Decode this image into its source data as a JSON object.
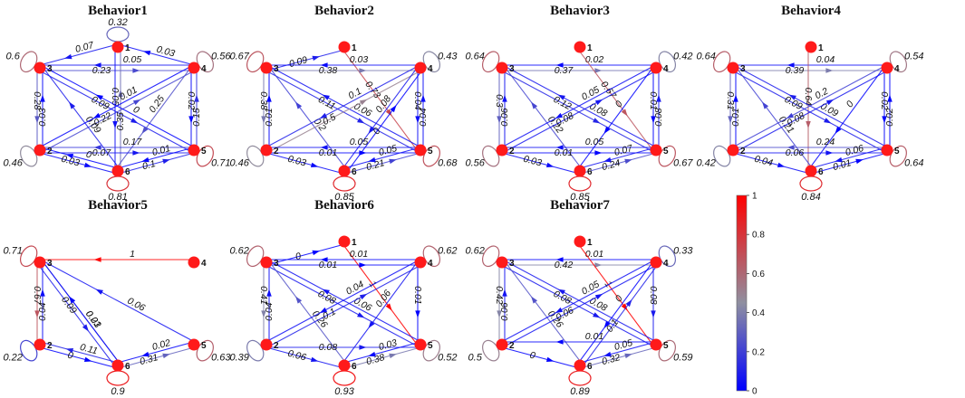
{
  "colors": {
    "low": "#0000ff",
    "mid": "#8f8fa0",
    "high": "#ff0000",
    "node": "#ff1a1a"
  },
  "colorbar": {
    "min": 0,
    "max": 1,
    "ticks": [
      "0",
      "0.2",
      "0.4",
      "0.6",
      "0.8",
      "1"
    ]
  },
  "panels": [
    {
      "title": "Behavior1",
      "nodes": [
        "1",
        "2",
        "3",
        "4",
        "5",
        "6"
      ],
      "self_loops": [
        {
          "node": "1",
          "value": "0.32"
        },
        {
          "node": "3",
          "value": "0.6"
        },
        {
          "node": "4",
          "value": "0.56"
        },
        {
          "node": "2",
          "value": "0.46"
        },
        {
          "node": "5",
          "value": "0.71"
        },
        {
          "node": "6",
          "value": "0.81"
        }
      ],
      "edges": [
        {
          "from": "1",
          "to": "3",
          "value": "0.07"
        },
        {
          "from": "4",
          "to": "1",
          "value": "0.03"
        },
        {
          "from": "3",
          "to": "4",
          "value": "0.23"
        },
        {
          "from": "4",
          "to": "3",
          "value": "0.05"
        },
        {
          "from": "3",
          "to": "2",
          "value": "0.28"
        },
        {
          "from": "2",
          "to": "3",
          "value": "0.03"
        },
        {
          "from": "3",
          "to": "5",
          "value": "0.09"
        },
        {
          "from": "2",
          "to": "4",
          "value": "0.22"
        },
        {
          "from": "6",
          "to": "3",
          "value": "0.09"
        },
        {
          "from": "1",
          "to": "6",
          "value": "0.05"
        },
        {
          "from": "6",
          "to": "1",
          "value": "0.35"
        },
        {
          "from": "4",
          "to": "6",
          "value": "0.25"
        },
        {
          "from": "4",
          "to": "2",
          "value": "0.01"
        },
        {
          "from": "5",
          "to": "3",
          "value": "0"
        },
        {
          "from": "4",
          "to": "5",
          "value": "0.02"
        },
        {
          "from": "5",
          "to": "4",
          "value": "0.15"
        },
        {
          "from": "2",
          "to": "5",
          "value": "0.07"
        },
        {
          "from": "5",
          "to": "2",
          "value": "0.17"
        },
        {
          "from": "2",
          "to": "6",
          "value": "0.03"
        },
        {
          "from": "6",
          "to": "2",
          "value": "0"
        },
        {
          "from": "6",
          "to": "5",
          "value": "0.1"
        },
        {
          "from": "5",
          "to": "6",
          "value": "0.01"
        }
      ]
    },
    {
      "title": "Behavior2",
      "nodes": [
        "1",
        "2",
        "3",
        "4",
        "5",
        "6"
      ],
      "self_loops": [
        {
          "node": "3",
          "value": "0.67"
        },
        {
          "node": "4",
          "value": "0.43"
        },
        {
          "node": "2",
          "value": "0.46"
        },
        {
          "node": "5",
          "value": "0.68"
        },
        {
          "node": "6",
          "value": "0.85"
        }
      ],
      "edges": [
        {
          "from": "3",
          "to": "1",
          "value": "0.09"
        },
        {
          "from": "1",
          "to": "5",
          "value": "0.73"
        },
        {
          "from": "3",
          "to": "4",
          "value": "0.38"
        },
        {
          "from": "4",
          "to": "3",
          "value": "0.03"
        },
        {
          "from": "3",
          "to": "2",
          "value": "0.38"
        },
        {
          "from": "2",
          "to": "3",
          "value": "0.01"
        },
        {
          "from": "3",
          "to": "5",
          "value": "0.11"
        },
        {
          "from": "5",
          "to": "3",
          "value": "0.06"
        },
        {
          "from": "6",
          "to": "3",
          "value": "0.2"
        },
        {
          "from": "2",
          "to": "4",
          "value": "0.5"
        },
        {
          "from": "4",
          "to": "2",
          "value": "0.1"
        },
        {
          "from": "4",
          "to": "6",
          "value": "0.08"
        },
        {
          "from": "6",
          "to": "4",
          "value": "0"
        },
        {
          "from": "4",
          "to": "5",
          "value": "0.04"
        },
        {
          "from": "5",
          "to": "4",
          "value": "0.04"
        },
        {
          "from": "2",
          "to": "5",
          "value": "0.01"
        },
        {
          "from": "5",
          "to": "2",
          "value": "0.05"
        },
        {
          "from": "2",
          "to": "6",
          "value": "0.03"
        },
        {
          "from": "6",
          "to": "5",
          "value": "0.21"
        },
        {
          "from": "5",
          "to": "6",
          "value": "0.05"
        }
      ]
    },
    {
      "title": "Behavior3",
      "nodes": [
        "1",
        "2",
        "3",
        "4",
        "5",
        "6"
      ],
      "self_loops": [
        {
          "node": "3",
          "value": "0.64"
        },
        {
          "node": "4",
          "value": "0.42"
        },
        {
          "node": "2",
          "value": "0.56"
        },
        {
          "node": "5",
          "value": "0.67"
        },
        {
          "node": "6",
          "value": "0.85"
        }
      ],
      "edges": [
        {
          "from": "3",
          "to": "4",
          "value": "0.37"
        },
        {
          "from": "4",
          "to": "3",
          "value": "0.02"
        },
        {
          "from": "1",
          "to": "5",
          "value": "0.67"
        },
        {
          "from": "3",
          "to": "2",
          "value": "0.3"
        },
        {
          "from": "2",
          "to": "3",
          "value": "0.06"
        },
        {
          "from": "3",
          "to": "5",
          "value": "0.12"
        },
        {
          "from": "5",
          "to": "3",
          "value": "0.08"
        },
        {
          "from": "6",
          "to": "3",
          "value": "0.22"
        },
        {
          "from": "2",
          "to": "4",
          "value": "0.08"
        },
        {
          "from": "4",
          "to": "2",
          "value": "0.05"
        },
        {
          "from": "4",
          "to": "6",
          "value": "0"
        },
        {
          "from": "4",
          "to": "5",
          "value": "0.01"
        },
        {
          "from": "5",
          "to": "4",
          "value": "0.08"
        },
        {
          "from": "2",
          "to": "5",
          "value": "0.01"
        },
        {
          "from": "5",
          "to": "2",
          "value": "0.05"
        },
        {
          "from": "2",
          "to": "6",
          "value": "0.03"
        },
        {
          "from": "6",
          "to": "5",
          "value": "0.24"
        },
        {
          "from": "5",
          "to": "6",
          "value": "0.07"
        }
      ]
    },
    {
      "title": "Behavior4",
      "nodes": [
        "1",
        "2",
        "3",
        "4",
        "5",
        "6"
      ],
      "self_loops": [
        {
          "node": "3",
          "value": "0.64"
        },
        {
          "node": "4",
          "value": "0.54"
        },
        {
          "node": "2",
          "value": "0.42"
        },
        {
          "node": "5",
          "value": "0.64"
        },
        {
          "node": "6",
          "value": "0.84"
        }
      ],
      "edges": [
        {
          "from": "3",
          "to": "4",
          "value": "0.39"
        },
        {
          "from": "4",
          "to": "3",
          "value": "0.04"
        },
        {
          "from": "1",
          "to": "6",
          "value": "0.64"
        },
        {
          "from": "3",
          "to": "2",
          "value": "0.31"
        },
        {
          "from": "2",
          "to": "3",
          "value": "0.01"
        },
        {
          "from": "3",
          "to": "5",
          "value": "0.09"
        },
        {
          "from": "5",
          "to": "3",
          "value": "0.09"
        },
        {
          "from": "6",
          "to": "3",
          "value": "0.21"
        },
        {
          "from": "2",
          "to": "4",
          "value": "0.08"
        },
        {
          "from": "4",
          "to": "2",
          "value": "0.2"
        },
        {
          "from": "4",
          "to": "6",
          "value": "0"
        },
        {
          "from": "4",
          "to": "5",
          "value": "0.02"
        },
        {
          "from": "5",
          "to": "4",
          "value": "0.02"
        },
        {
          "from": "2",
          "to": "5",
          "value": "0.06"
        },
        {
          "from": "5",
          "to": "2",
          "value": "0.24"
        },
        {
          "from": "2",
          "to": "6",
          "value": "0.04"
        },
        {
          "from": "6",
          "to": "5",
          "value": "0.01"
        },
        {
          "from": "5",
          "to": "6",
          "value": "0.06"
        }
      ]
    },
    {
      "title": "Behavior5",
      "nodes": [
        "2",
        "3",
        "4",
        "5",
        "6"
      ],
      "self_loops": [
        {
          "node": "3",
          "value": "0.71"
        },
        {
          "node": "2",
          "value": "0.22"
        },
        {
          "node": "5",
          "value": "0.63"
        },
        {
          "node": "6",
          "value": "0.9"
        }
      ],
      "edges": [
        {
          "from": "4",
          "to": "3",
          "value": "1"
        },
        {
          "from": "3",
          "to": "2",
          "value": "0.67"
        },
        {
          "from": "2",
          "to": "3",
          "value": "0.04"
        },
        {
          "from": "6",
          "to": "3",
          "value": "0.21"
        },
        {
          "from": "3",
          "to": "6",
          "value": "0.09"
        },
        {
          "from": "6",
          "to": "3",
          "value": "0.03"
        },
        {
          "from": "5",
          "to": "3",
          "value": "0.06"
        },
        {
          "from": "2",
          "to": "6",
          "value": "0"
        },
        {
          "from": "6",
          "to": "2",
          "value": "0.11"
        },
        {
          "from": "6",
          "to": "5",
          "value": "0.31"
        },
        {
          "from": "5",
          "to": "6",
          "value": "0.02"
        }
      ]
    },
    {
      "title": "Behavior6",
      "nodes": [
        "1",
        "2",
        "3",
        "4",
        "5",
        "6"
      ],
      "self_loops": [
        {
          "node": "3",
          "value": "0.62"
        },
        {
          "node": "4",
          "value": "0.62"
        },
        {
          "node": "2",
          "value": "0.39"
        },
        {
          "node": "5",
          "value": "0.52"
        },
        {
          "node": "6",
          "value": "0.93"
        }
      ],
      "edges": [
        {
          "from": "3",
          "to": "1",
          "value": "0"
        },
        {
          "from": "1",
          "to": "5",
          "value": "1"
        },
        {
          "from": "3",
          "to": "4",
          "value": "0.01"
        },
        {
          "from": "4",
          "to": "3",
          "value": "0.01"
        },
        {
          "from": "3",
          "to": "2",
          "value": "0.41"
        },
        {
          "from": "2",
          "to": "3",
          "value": "0.04"
        },
        {
          "from": "3",
          "to": "5",
          "value": "0.08"
        },
        {
          "from": "5",
          "to": "3",
          "value": "0.06"
        },
        {
          "from": "6",
          "to": "3",
          "value": "0.26"
        },
        {
          "from": "2",
          "to": "4",
          "value": "0.1"
        },
        {
          "from": "4",
          "to": "2",
          "value": "0.04"
        },
        {
          "from": "4",
          "to": "6",
          "value": "0.06"
        },
        {
          "from": "4",
          "to": "5",
          "value": "0.01"
        },
        {
          "from": "2",
          "to": "5",
          "value": "0.08"
        },
        {
          "from": "2",
          "to": "6",
          "value": "0.06"
        },
        {
          "from": "6",
          "to": "5",
          "value": "0.38"
        },
        {
          "from": "5",
          "to": "6",
          "value": "0.03"
        }
      ]
    },
    {
      "title": "Behavior7",
      "nodes": [
        "1",
        "2",
        "3",
        "4",
        "5",
        "6"
      ],
      "self_loops": [
        {
          "node": "3",
          "value": "0.62"
        },
        {
          "node": "4",
          "value": "0.33"
        },
        {
          "node": "2",
          "value": "0.5"
        },
        {
          "node": "5",
          "value": "0.59"
        },
        {
          "node": "6",
          "value": "0.89"
        }
      ],
      "edges": [
        {
          "from": "3",
          "to": "4",
          "value": "0.42"
        },
        {
          "from": "4",
          "to": "3",
          "value": "0.01"
        },
        {
          "from": "4",
          "to": "5",
          "value": "0.08"
        },
        {
          "from": "1",
          "to": "5",
          "value": "1"
        },
        {
          "from": "3",
          "to": "2",
          "value": "0.42"
        },
        {
          "from": "2",
          "to": "3",
          "value": "0.06"
        },
        {
          "from": "3",
          "to": "5",
          "value": "0.08"
        },
        {
          "from": "5",
          "to": "3",
          "value": "0.08"
        },
        {
          "from": "6",
          "to": "3",
          "value": "0.26"
        },
        {
          "from": "2",
          "to": "4",
          "value": "0.06"
        },
        {
          "from": "4",
          "to": "2",
          "value": "0.05"
        },
        {
          "from": "4",
          "to": "6",
          "value": "0"
        },
        {
          "from": "6",
          "to": "4",
          "value": "0.1"
        },
        {
          "from": "2",
          "to": "6",
          "value": "0"
        },
        {
          "from": "5",
          "to": "2",
          "value": "0.01"
        },
        {
          "from": "6",
          "to": "5",
          "value": "0.32"
        },
        {
          "from": "5",
          "to": "6",
          "value": "0.05"
        }
      ]
    }
  ]
}
